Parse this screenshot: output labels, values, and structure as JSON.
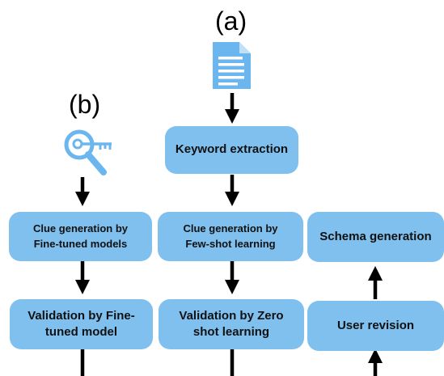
{
  "labels": {
    "a": "(a)",
    "b": "(b)"
  },
  "icons": {
    "document": "document-icon",
    "key_search": "key-search-icon"
  },
  "colors": {
    "box": "#7fc0ee",
    "icon": "#6bb6ee",
    "arrow": "#000000"
  },
  "column_a": {
    "keyword_extraction": "Keyword extraction",
    "clue_generation": [
      "Clue generation by",
      "Few-shot learning"
    ],
    "validation": [
      "Validation by Zero",
      "shot learning"
    ]
  },
  "column_b": {
    "clue_generation": [
      "Clue generation by",
      "Fine-tuned models"
    ],
    "validation": [
      "Validation by Fine-",
      "tuned model"
    ]
  },
  "column_c": {
    "schema_generation": "Schema generation",
    "user_revision": "User revision"
  }
}
